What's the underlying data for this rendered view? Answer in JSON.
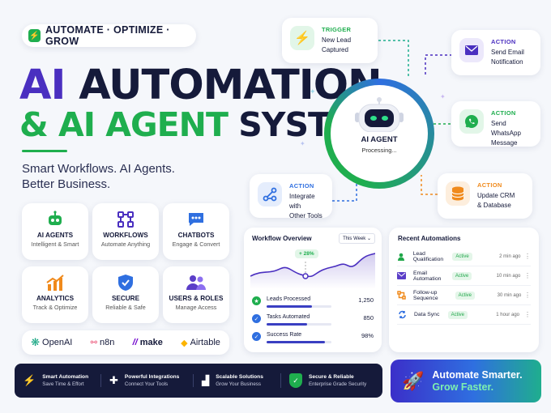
{
  "header": {
    "tagline": "AUTOMATE · OPTIMIZE · GROW",
    "title_ai": "AI",
    "title_automation": "AUTOMATION",
    "title_line2_a": "& AI AGENT",
    "title_line2_b": "SYSTEMS",
    "subtitle_line1": "Smart Workflows. AI Agents.",
    "subtitle_line2": "Better Business."
  },
  "features": [
    {
      "title": "AI AGENTS",
      "sub": "Intelligent & Smart",
      "icon": "robot-icon"
    },
    {
      "title": "WORKFLOWS",
      "sub": "Automate Anything",
      "icon": "workflow-icon"
    },
    {
      "title": "CHATBOTS",
      "sub": "Engage & Convert",
      "icon": "chat-icon"
    },
    {
      "title": "ANALYTICS",
      "sub": "Track & Optimize",
      "icon": "chart-icon"
    },
    {
      "title": "SECURE",
      "sub": "Reliable & Safe",
      "icon": "shield-icon"
    },
    {
      "title": "USERS & ROLES",
      "sub": "Manage Access",
      "icon": "users-icon"
    }
  ],
  "partners": [
    "OpenAI",
    "n8n",
    "make",
    "Airtable"
  ],
  "agent": {
    "title": "AI AGENT",
    "status": "Processing..."
  },
  "nodes": {
    "trigger": {
      "label": "TRIGGER",
      "line1": "New Lead",
      "line2": "Captured"
    },
    "email": {
      "label": "ACTION",
      "line1": "Send Email",
      "line2": "Notification"
    },
    "whatsapp": {
      "label": "ACTION",
      "line1": "Send WhatsApp",
      "line2": "Message"
    },
    "crm": {
      "label": "ACTION",
      "line1": "Update CRM",
      "line2": "& Database"
    },
    "integrate": {
      "label": "ACTION",
      "line1": "Integrate with",
      "line2": "Other Tools"
    }
  },
  "workflow": {
    "title": "Workflow Overview",
    "range": "This Week",
    "change": "+ 28%",
    "rows": [
      {
        "label": "Leads Processed",
        "value": "1,250",
        "progress": 0.7
      },
      {
        "label": "Tasks Automated",
        "value": "850",
        "progress": 0.62
      },
      {
        "label": "Success Rate",
        "value": "98%",
        "progress": 0.9
      }
    ]
  },
  "recent": {
    "title": "Recent Automations",
    "rows": [
      {
        "name": "Lead Qualification",
        "status": "Active",
        "time": "2 min ago",
        "icon": "person-icon",
        "color": "#20a74a"
      },
      {
        "name": "Email Automation",
        "status": "Active",
        "time": "10 min ago",
        "icon": "mail-icon",
        "color": "#5b3ec8"
      },
      {
        "name": "Follow-up Sequence",
        "status": "Active",
        "time": "30 min ago",
        "icon": "sequence-icon",
        "color": "#f08a1c"
      },
      {
        "name": "Data Sync",
        "status": "Active",
        "time": "1 hour ago",
        "icon": "sync-icon",
        "color": "#2f6fe0"
      }
    ]
  },
  "bottom": [
    {
      "title": "Smart Automation",
      "sub": "Save Time & Effort"
    },
    {
      "title": "Powerful Integrations",
      "sub": "Connect Your Tools"
    },
    {
      "title": "Scalable Solutions",
      "sub": "Grow Your Business"
    },
    {
      "title": "Secure & Reliable",
      "sub": "Enterprise Grade Security"
    }
  ],
  "cta": {
    "line1": "Automate Smarter.",
    "line2": "Grow Faster."
  },
  "colors": {
    "navy": "#151a3a",
    "purple": "#4a2fc0",
    "green": "#1fae4e",
    "blue": "#2f6fe0",
    "orange": "#f08a1c",
    "cta_from": "#3b2fc9",
    "cta_to": "#1fae8e"
  }
}
